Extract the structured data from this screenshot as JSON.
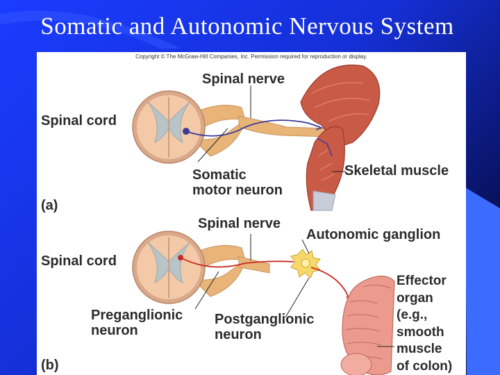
{
  "slide": {
    "title": "Somatic and Autonomic Nervous System"
  },
  "figure": {
    "copyright": "Copyright © The McGraw-Hill Companies, Inc. Permission required for reproduction or display.",
    "panel_a": {
      "letter": "(a)",
      "spinal_nerve": "Spinal nerve",
      "spinal_cord": "Spinal cord",
      "somatic_motor_neuron": "Somatic\nmotor neuron",
      "skeletal_muscle": "Skeletal muscle"
    },
    "panel_b": {
      "letter": "(b)",
      "spinal_nerve": "Spinal nerve",
      "spinal_cord": "Spinal cord",
      "autonomic_ganglion": "Autonomic ganglion",
      "preganglionic_neuron": "Preganglionic\nneuron",
      "postganglionic_neuron": "Postganglionic\nneuron",
      "effector_organ": "Effector\norgan\n(e.g.,\nsmooth\nmuscle\nof colon)"
    },
    "colors": {
      "somatic_neuron": "#3a3a9a",
      "autonomic_neuron": "#c8281e",
      "cord_gray": "#f0c8a8",
      "muscle": "#c85a46",
      "nerve": "#e8b478"
    }
  }
}
